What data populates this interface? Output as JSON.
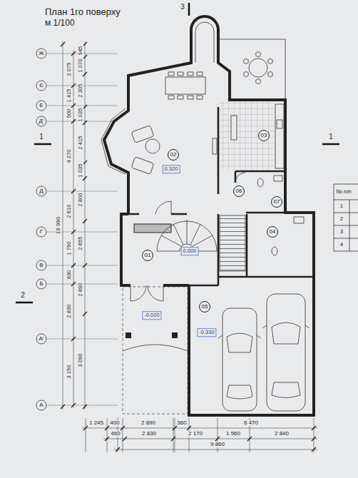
{
  "diagram": {
    "title": "План 1го поверху",
    "nodes": [
      {
        "text": [
          "01"
        ]
      },
      {
        "text": [
          "02"
        ]
      },
      {
        "text": [
          "03"
        ]
      },
      {
        "text": [
          "04"
        ]
      },
      {
        "text": [
          "05"
        ]
      },
      {
        "text": [
          "06"
        ]
      },
      {
        "text": [
          "07"
        ]
      }
    ],
    "labels": [
      "м 1/100",
      "Ж",
      "Є",
      "Е",
      "Д'",
      "Д",
      "Г",
      "В",
      "Б",
      "А'",
      "А",
      "19 990",
      "2 075",
      "1 415",
      "500",
      "4 270",
      "2 610",
      "1 790",
      "830",
      "2 830",
      "3 150",
      "945",
      "1 070",
      "2 305",
      "1 035",
      "2 415",
      "1 035",
      "2 800",
      "2 655",
      "2 890",
      "3 090",
      "1 245",
      "400",
      "2 890",
      "360",
      "6 470",
      "460",
      "2 830",
      "2 170",
      "1 560",
      "2 840",
      "9 860",
      "1",
      "1",
      "2",
      "3",
      "0.320",
      "0.000",
      "-0.020",
      "-0.330",
      "№ п/п",
      "1",
      "2",
      "3",
      "4"
    ]
  }
}
